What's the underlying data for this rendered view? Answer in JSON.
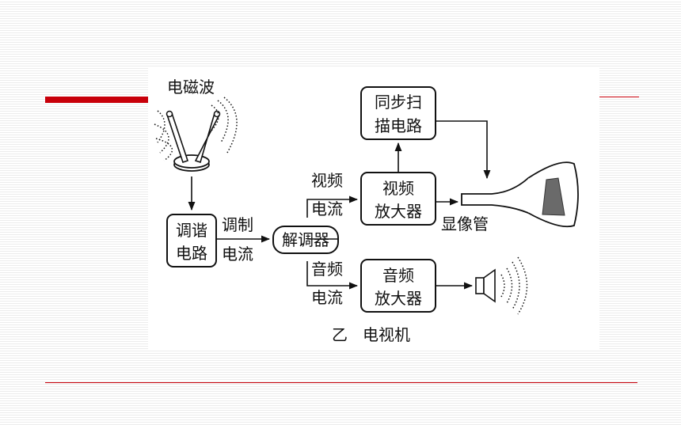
{
  "diagram": {
    "em_wave": "电磁波",
    "tuner_line1": "调谐",
    "tuner_line2": "电路",
    "modulated_line1": "调制",
    "modulated_line2": "电流",
    "demodulator": "解调器",
    "video_current_line1": "视频",
    "video_current_line2": "电流",
    "audio_current_line1": "音频",
    "audio_current_line2": "电流",
    "video_amp_line1": "视频",
    "video_amp_line2": "放大器",
    "audio_amp_line1": "音频",
    "audio_amp_line2": "放大器",
    "sync_scan_line1": "同步扫",
    "sync_scan_line2": "描电路",
    "picture_tube": "显像管",
    "caption_letter": "乙",
    "caption_title": "电视机"
  }
}
